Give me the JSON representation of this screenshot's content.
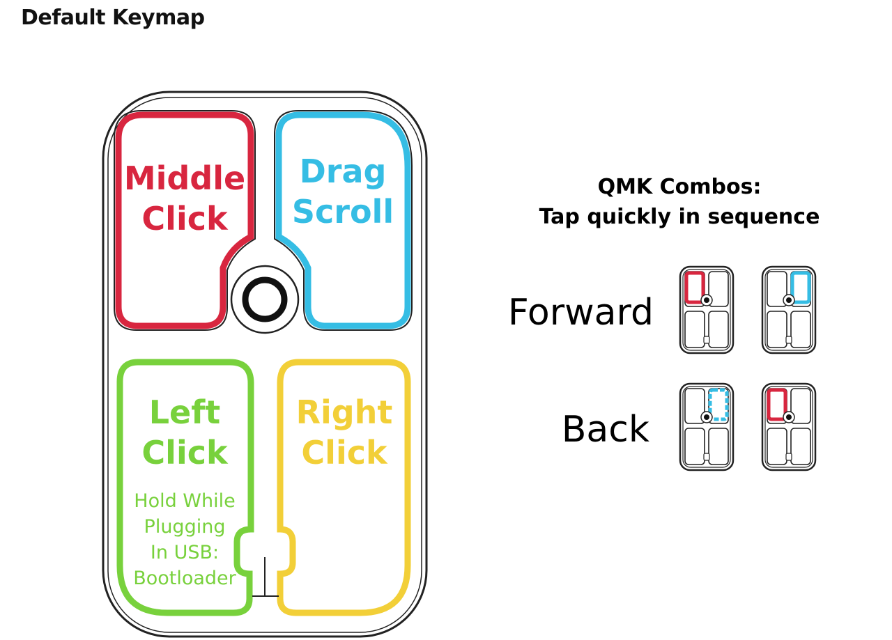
{
  "title": "Default Keymap",
  "colors": {
    "middle": "#d8263f",
    "drag": "#35bde4",
    "left": "#78d13c",
    "right": "#f2cf38",
    "outline": "#222222"
  },
  "keys": {
    "middle": {
      "line1": "Middle",
      "line2": "Click"
    },
    "drag": {
      "line1": "Drag",
      "line2": "Scroll"
    },
    "left": {
      "line1": "Left",
      "line2": "Click",
      "note": [
        "Hold While",
        "Plugging",
        "In USB:",
        "Bootloader"
      ]
    },
    "right": {
      "line1": "Right",
      "line2": "Click"
    }
  },
  "combos": {
    "title_line1": "QMK Combos:",
    "title_line2": "Tap quickly in sequence",
    "forward": {
      "label": "Forward",
      "sequence": [
        "middle-click",
        "drag-scroll"
      ]
    },
    "back": {
      "label": "Back",
      "sequence": [
        "drag-scroll",
        "middle-click"
      ]
    }
  }
}
